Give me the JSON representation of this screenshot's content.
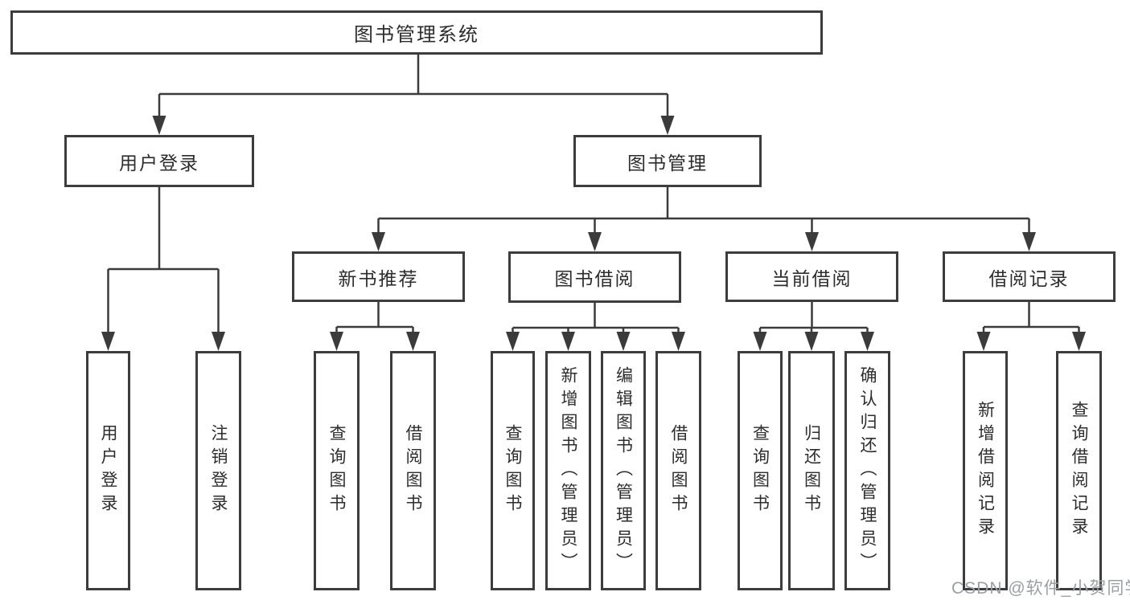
{
  "diagram": {
    "root": {
      "label": "图书管理系统",
      "children": [
        {
          "label": "用户登录",
          "children": [
            {
              "label": "用户登录"
            },
            {
              "label": "注销登录"
            }
          ]
        },
        {
          "label": "图书管理",
          "children": [
            {
              "label": "新书推荐",
              "children": [
                {
                  "label": "查询图书"
                },
                {
                  "label": "借阅图书"
                }
              ]
            },
            {
              "label": "图书借阅",
              "children": [
                {
                  "label": "查询图书"
                },
                {
                  "label": "新增图书（管理员）"
                },
                {
                  "label": "编辑图书（管理员）"
                },
                {
                  "label": "借阅图书"
                }
              ]
            },
            {
              "label": "当前借阅",
              "children": [
                {
                  "label": "查询图书"
                },
                {
                  "label": "归还图书"
                },
                {
                  "label": "确认归还（管理员）"
                }
              ]
            },
            {
              "label": "借阅记录",
              "children": [
                {
                  "label": "新增借阅记录"
                },
                {
                  "label": "查询借阅记录"
                }
              ]
            }
          ]
        }
      ]
    }
  },
  "watermark": {
    "text": "CSDN @软件_小贺同学"
  },
  "colors": {
    "line": "#3b3b3b",
    "box_border": "#3d3d3d",
    "box_fill": "#ffffff",
    "text": "#2d2d2d",
    "watermark": "#9b9fa3",
    "background": "#ffffff"
  }
}
